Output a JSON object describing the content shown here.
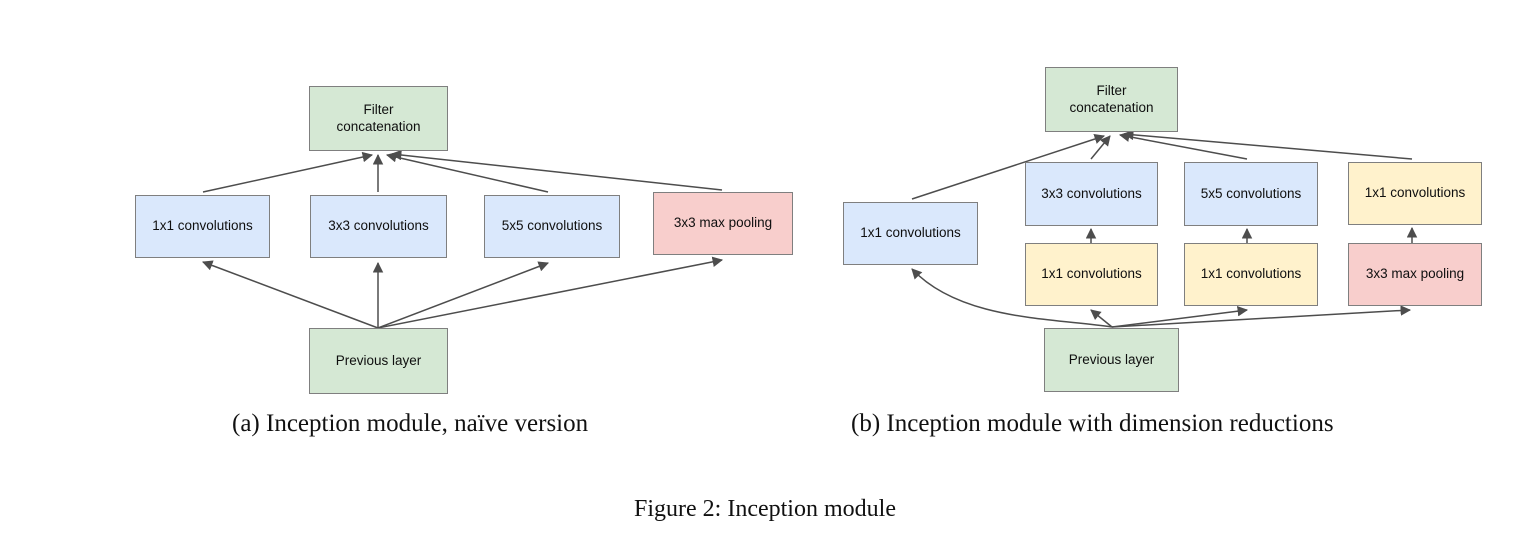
{
  "figure": {
    "caption": "Figure 2: Inception module",
    "colors": {
      "green": "#d5e8d4",
      "blue": "#dae8fc",
      "pink": "#f8cecc",
      "yellow": "#fff2cc",
      "stroke": "#7f7f7f",
      "arrow": "#4d4d4d",
      "background": "#ffffff",
      "text": "#0f0f0f"
    },
    "panels": [
      {
        "id": "a",
        "caption": "(a)  Inception module, naïve version",
        "nodes": {
          "filter_concat": "Filter\nconcatenation",
          "conv_1x1": "1x1 convolutions",
          "conv_3x3": "3x3 convolutions",
          "conv_5x5": "5x5 convolutions",
          "maxpool_3x3": "3x3 max pooling",
          "previous_layer": "Previous layer"
        }
      },
      {
        "id": "b",
        "caption": "(b)  Inception module with dimension reductions",
        "nodes": {
          "filter_concat": "Filter\nconcatenation",
          "conv_1x1_left": "1x1 convolutions",
          "conv_3x3": "3x3 convolutions",
          "conv_5x5": "5x5 convolutions",
          "conv_1x1_top_right": "1x1 convolutions",
          "reduce_1x1_a": "1x1 convolutions",
          "reduce_1x1_b": "1x1 convolutions",
          "maxpool_3x3": "3x3 max pooling",
          "previous_layer": "Previous layer"
        }
      }
    ]
  }
}
